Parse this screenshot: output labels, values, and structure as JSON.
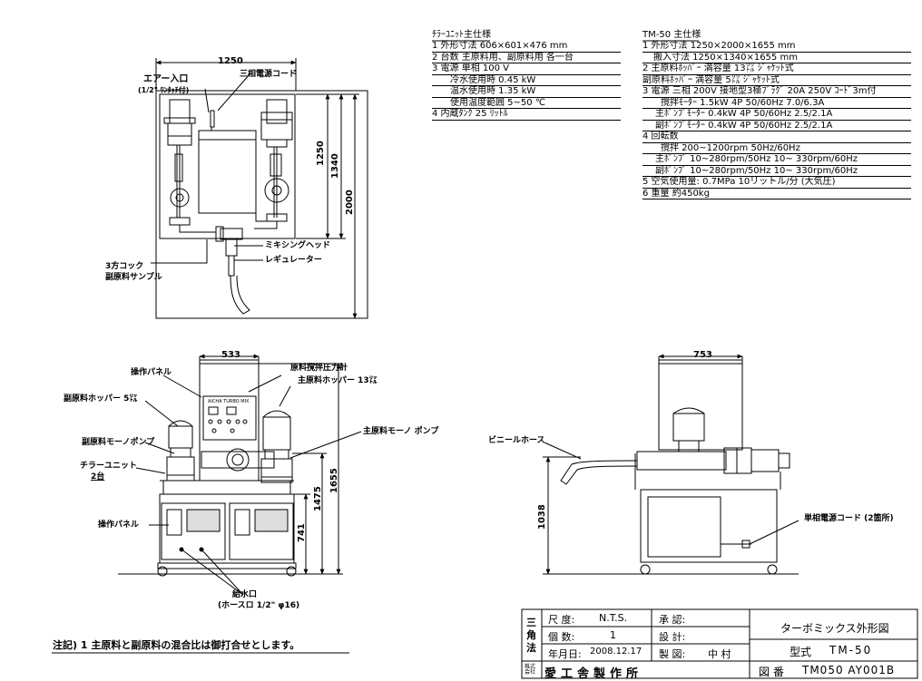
{
  "chiller_spec": {
    "title": "ﾁﾗｰﾕﾆｯﾄ主仕様",
    "rows": [
      "1 外形寸法  606×601×476 mm",
      "2 台数    主原料用、副原料用 各一台",
      "3 電源  単相 100 V",
      "冷水使用時  0.45 kW",
      "温水使用時  1.35 kW",
      "使用温度範囲  5~50 ℃",
      "4 内蔵ﾀﾝｸ 25 ﾘｯﾄﾙ"
    ]
  },
  "tm_spec": {
    "title": "TM-50 主仕様",
    "rows": [
      "1 外形寸法  1250×2000×1655 mm",
      "搬入寸法  1250×1340×1655 mm",
      "2 主原料ﾎｯﾊﾟｰ 満容量  13㍑ ｼﾞｬｹｯﾄ式",
      "副原料ﾎｯﾊﾟｰ 満容量  5㍑ ｼﾞｬｹｯﾄ式",
      "3 電源  三相 200V 接地型3極ﾌﾟﾗｸﾞ 20A 250V ｺｰﾄﾞ3m付",
      "撹拌ﾓｰﾀｰ    1.5kW 4P 50/60Hz 7.0/6.3A",
      "主ﾎﾟﾝﾌﾟﾓｰﾀｰ  0.4kW 4P 50/60Hz 2.5/2.1A",
      "副ﾎﾟﾝﾌﾟﾓｰﾀｰ  0.4kW 4P 50/60Hz 2.5/2.1A",
      "4 回転数",
      "撹拌    200~1200rpm  50Hz/60Hz",
      "主ﾎﾟﾝﾌﾟ  10~280rpm/50Hz  10~ 330rpm/60Hz",
      "副ﾎﾟﾝﾌﾟ  10~280rpm/50Hz  10~ 330rpm/60Hz",
      "5 空気使用量: 0.7MPa 10リットル/分 (大気圧)",
      "6 重量  約450kg"
    ]
  },
  "top_view": {
    "dim_width": "1250",
    "dim_1250": "1250",
    "dim_1340": "1340",
    "dim_2000": "2000",
    "air_inlet": "エアー入口",
    "air_inlet_sub": "(1/2\" ﾜﾝﾀｯﾁ付)",
    "power_cord": "三相電源コード",
    "mixing_head": "ミキシングヘッド",
    "regulator": "レギュレーター",
    "three_way_cock": "3方コック",
    "sub_sample": "副原料サンプル"
  },
  "front_view": {
    "dim_533": "533",
    "dim_1655": "1655",
    "dim_1475": "1475",
    "dim_741": "741",
    "op_panel": "操作パネル",
    "pressure_gauge": "原料撹拌圧力計",
    "main_hopper": "主原料ホッパー 13㍑",
    "sub_hopper": "副原料ホッパー 5㍑",
    "sub_pump": "副原料モーノポンプ",
    "main_pump": "主原料モーノ ポンプ",
    "chiller_unit": "チラーユニット",
    "chiller_count": "2台",
    "op_panel2": "操作パネル",
    "water_inlet": "給水口",
    "water_inlet_sub": "(ホースロ 1/2\" φ16)",
    "panel_brand": "AICHA TURBO MIX"
  },
  "side_view": {
    "dim_753": "753",
    "dim_1038": "1038",
    "vinyl_hose": "ビニールホース",
    "power_cord2": "単相電源コード (2箇所)"
  },
  "note": "注記) 1 主原料と副原料の混合比は御打合せとします。",
  "title_block": {
    "method": "三角法",
    "scale_label": "尺 度:",
    "scale_value": "N.T.S.",
    "qty_label": "個 数:",
    "qty_value": "1",
    "date_label": "年月日:",
    "date_value": "2008.12.17",
    "approve_label": "承 認:",
    "design_label": "設 計:",
    "draft_label": "製 図:",
    "draft_value": "中 村",
    "drawing_title": "ターボミックス外形図",
    "model_label": "型式",
    "model_value": "TM-50",
    "company_prefix": "株式会社",
    "company": "愛工舎製作所",
    "drawing_no_label": "図 番",
    "drawing_no": "TM050  AY001B"
  }
}
